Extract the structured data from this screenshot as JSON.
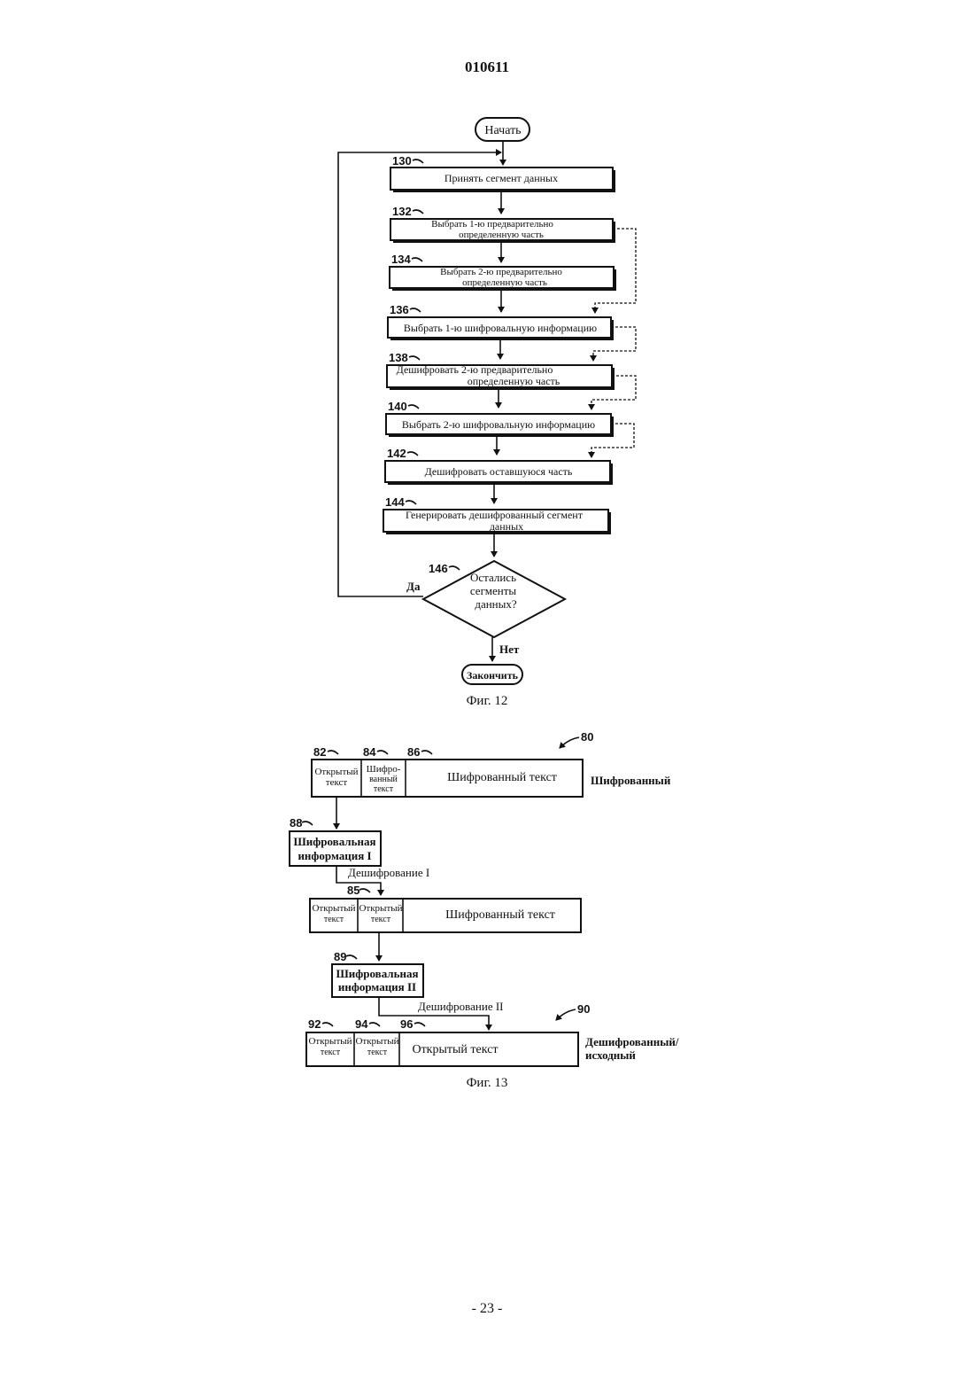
{
  "header": {
    "doc_number": "010611"
  },
  "footer": {
    "page_number": "- 23 -"
  },
  "fig12": {
    "caption": "Фиг. 12",
    "start": "Начать",
    "end": "Закончить",
    "steps": [
      {
        "ref": "130",
        "line1": "Принять сегмент данных",
        "line2": ""
      },
      {
        "ref": "132",
        "line1": "Выбрать 1-ю предварительно",
        "line2": "определенную часть"
      },
      {
        "ref": "134",
        "line1": "Выбрать 2-ю предварительно",
        "line2": "определенную часть"
      },
      {
        "ref": "136",
        "line1": "Выбрать 1-ю шифровальную информацию",
        "line2": ""
      },
      {
        "ref": "138",
        "line1": "Дешифровать 2-ю предварительно",
        "line2": "определенную часть"
      },
      {
        "ref": "140",
        "line1": "Выбрать 2-ю шифровальную информацию",
        "line2": ""
      },
      {
        "ref": "142",
        "line1": "Дешифровать оставшуюся часть",
        "line2": ""
      },
      {
        "ref": "144",
        "line1": "Генерировать дешифрованный сегмент",
        "line2": "данных"
      }
    ],
    "decision": {
      "ref": "146",
      "line1": "Остались",
      "line2": "сегменты",
      "line3": "данных?",
      "yes": "Да",
      "no": "Нет"
    }
  },
  "fig13": {
    "caption": "Фиг. 13",
    "row1": {
      "ref": "80",
      "label": "Шифрованный",
      "cells": [
        {
          "ref": "82",
          "line1": "Открытый",
          "line2": "текст"
        },
        {
          "ref": "84",
          "line1": "Шифро-",
          "line2": "ванный",
          "line3": "текст"
        },
        {
          "ref": "86",
          "line1": "Шифрованный текст"
        }
      ]
    },
    "info1": {
      "ref": "88",
      "line1": "Шифровальная",
      "line2": "информация I",
      "action": "Дешифрование I"
    },
    "row2": {
      "ref": "85",
      "cells": [
        {
          "line1": "Открытый",
          "line2": "текст"
        },
        {
          "line1": "Открытый",
          "line2": "текст"
        },
        {
          "line1": "Шифрованный текст"
        }
      ]
    },
    "info2": {
      "ref": "89",
      "line1": "Шифровальная",
      "line2": "информация II",
      "action": "Дешифрование II"
    },
    "row3": {
      "ref": "90",
      "label_line1": "Дешифрованный/",
      "label_line2": "исходный",
      "cells": [
        {
          "ref": "92",
          "line1": "Открытый",
          "line2": "текст"
        },
        {
          "ref": "94",
          "line1": "Открытый",
          "line2": "текст"
        },
        {
          "ref": "96",
          "line1": "Открытый текст"
        }
      ]
    }
  }
}
